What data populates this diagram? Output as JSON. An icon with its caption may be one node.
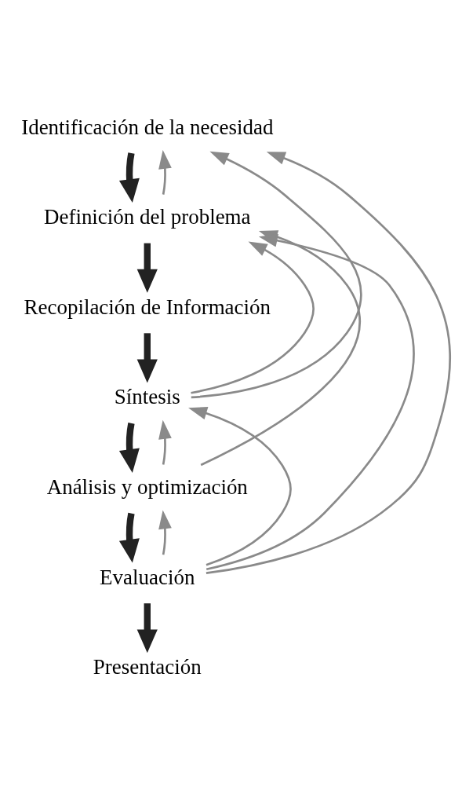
{
  "diagram": {
    "nodes": [
      {
        "text": [
          "Identificación de la necesidad"
        ]
      },
      {
        "text": [
          "Definición del problema"
        ]
      },
      {
        "text": [
          "Recopilación de Información"
        ]
      },
      {
        "text": [
          "Síntesis"
        ]
      },
      {
        "text": [
          "Análisis y optimización"
        ]
      },
      {
        "text": [
          "Evaluación"
        ]
      },
      {
        "text": [
          "Presentación"
        ]
      }
    ],
    "edges": [
      {
        "from": 0,
        "to": 1,
        "arrow": "to",
        "style": "thick",
        "color": "#222222"
      },
      {
        "from": 1,
        "to": 2,
        "arrow": "to",
        "style": "thick",
        "color": "#222222"
      },
      {
        "from": 2,
        "to": 3,
        "arrow": "to",
        "style": "thick",
        "color": "#222222"
      },
      {
        "from": 3,
        "to": 4,
        "arrow": "to",
        "style": "thick",
        "color": "#222222"
      },
      {
        "from": 4,
        "to": 5,
        "arrow": "to",
        "style": "thick",
        "color": "#222222"
      },
      {
        "from": 5,
        "to": 6,
        "arrow": "to",
        "style": "thick",
        "color": "#222222"
      },
      {
        "from": 1,
        "to": 0,
        "arrow": "to"
      },
      {
        "from": 5,
        "to": 0,
        "arrow": "to"
      },
      {
        "from": 3,
        "to": 0,
        "arrow": "to"
      },
      {
        "from": 5,
        "to": 1,
        "arrow": "to"
      },
      {
        "from": 4,
        "to": 1,
        "arrow": "to"
      },
      {
        "from": 3,
        "to": 1,
        "arrow": "to"
      },
      {
        "from": 5,
        "to": 3,
        "arrow": "to"
      },
      {
        "from": 4,
        "to": 3,
        "arrow": "to"
      },
      {
        "from": 5,
        "to": 4,
        "arrow": "to"
      }
    ]
  }
}
